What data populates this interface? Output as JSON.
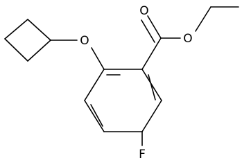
{
  "molecule": {
    "atoms": {
      "ether_oxygen": "O",
      "carbonyl_oxygen": "O",
      "ester_oxygen": "O",
      "fluorine": "F"
    },
    "colors": {
      "bonds": "#000000",
      "labels": "#000000",
      "background": "#ffffff"
    }
  }
}
